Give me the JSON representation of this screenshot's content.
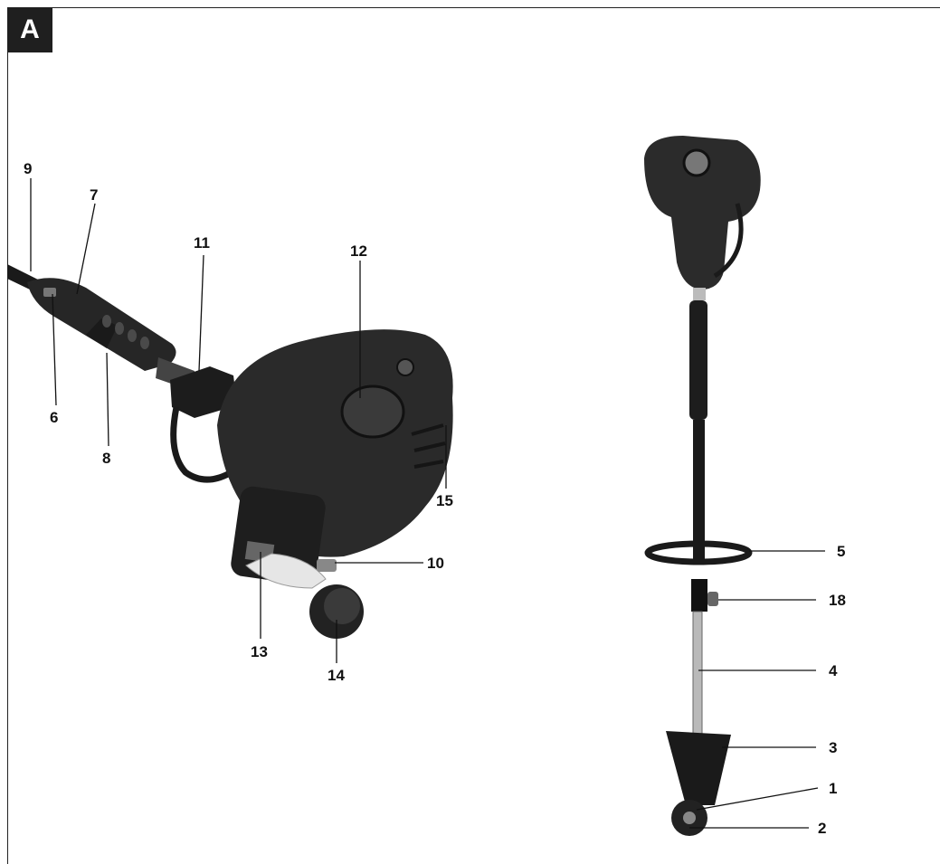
{
  "figure": {
    "letter": "A"
  },
  "callouts": [
    {
      "id": "c9",
      "label": "9"
    },
    {
      "id": "c7",
      "label": "7"
    },
    {
      "id": "c11",
      "label": "11"
    },
    {
      "id": "c12",
      "label": "12"
    },
    {
      "id": "c6",
      "label": "6"
    },
    {
      "id": "c8",
      "label": "8"
    },
    {
      "id": "c15",
      "label": "15"
    },
    {
      "id": "c10",
      "label": "10"
    },
    {
      "id": "c13",
      "label": "13"
    },
    {
      "id": "c14",
      "label": "14"
    },
    {
      "id": "c5",
      "label": "5"
    },
    {
      "id": "c18",
      "label": "18"
    },
    {
      "id": "c4",
      "label": "4"
    },
    {
      "id": "c3",
      "label": "3"
    },
    {
      "id": "c1",
      "label": "1"
    },
    {
      "id": "c2",
      "label": "2"
    }
  ],
  "colors": {
    "tool_body": "#2a2a2a",
    "tool_dark": "#141414",
    "tool_shaft": "#b9b9b9",
    "badge": "#1f1f1f"
  }
}
